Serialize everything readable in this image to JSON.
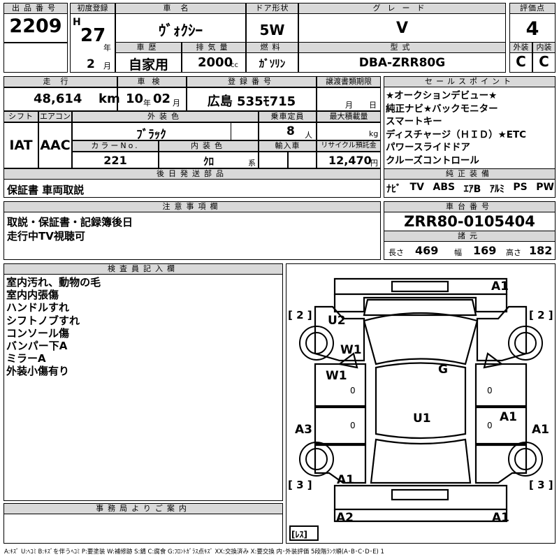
{
  "header": {
    "lot_label": "出品番号",
    "lot_number": "2209",
    "first_reg_label": "初度登録",
    "era": "H",
    "reg_year": "27",
    "year_unit": "年",
    "reg_month": "2",
    "month_unit": "月",
    "car_name_label": "車名",
    "car_name": "ｳﾞｫｸｼｰ",
    "history_label": "車歴",
    "history": "自家用",
    "displacement_label": "排気量",
    "displacement": "2000",
    "displacement_unit": "cc",
    "door_label": "ドア形状",
    "door": "5W",
    "fuel_label": "燃料",
    "fuel": "ｶﾞｿﾘﾝ",
    "grade_label": "グレード",
    "grade": "V",
    "model_label": "型式",
    "model": "DBA-ZRR80G",
    "score_label": "評価点",
    "score": "4",
    "exterior_label": "外装",
    "exterior": "C",
    "interior_label": "内装",
    "interior": "C"
  },
  "row2": {
    "mileage_label": "走行",
    "mileage": "48,614",
    "mileage_unit": "km",
    "inspection_label": "車検",
    "insp_year": "10",
    "insp_year_unit": "年",
    "insp_month": "02",
    "insp_month_unit": "月",
    "plate_label": "登録番号",
    "plate": "広島 535ﾓ715",
    "transfer_label": "譲渡書類期限",
    "transfer_month_unit": "月",
    "transfer_day_unit": "日",
    "shift_label": "シフト",
    "shift": "IAT",
    "ac_label": "エアコン",
    "ac": "AAC",
    "color_label": "外装色",
    "color": "ﾌﾞﾗｯｸ",
    "capacity_label": "乗車定員",
    "capacity": "8",
    "capacity_unit": "人",
    "load_label": "最大積載量",
    "load_unit": "kg",
    "color_no_label": "カラーNo.",
    "color_no": "221",
    "interior_color_label": "内装色",
    "interior_color": "ｸﾛ",
    "interior_color_unit": "系",
    "import_label": "輸入車",
    "recycle_label": "リサイクル預託金",
    "recycle": "12,470",
    "recycle_unit": "円",
    "later_parts_label": "後日発送部品",
    "later_parts": "保証書 車両取説"
  },
  "sales_points": {
    "label": "セールスポイント",
    "items": [
      "★オークションデビュー★",
      "純正ナビ★バックモニター",
      "スマートキー",
      "ディスチャージ（ＨＩＤ）★ETC",
      "パワースライドドア",
      "クルーズコントロール"
    ]
  },
  "equipment": {
    "label": "純正装備",
    "items": [
      "ﾅﾋﾞ",
      "TV",
      "ABS",
      "ｴｱB",
      "ｱﾙﾐ",
      "PS",
      "PW"
    ]
  },
  "notes": {
    "label": "注意事項欄",
    "items": [
      "取説・保証書・記録簿後日",
      "走行中TV視聴可"
    ]
  },
  "chassis": {
    "label": "車台番号",
    "number": "ZRR80-0105404",
    "spec_label": "諸元",
    "length_label": "長さ",
    "length": "469",
    "width_label": "幅",
    "width": "169",
    "height_label": "高さ",
    "height": "182"
  },
  "inspector": {
    "label": "検査員記入欄",
    "items": [
      "室内汚れ、動物の毛",
      "室内内張傷",
      "ハンドルすれ",
      "シフトノブすれ",
      "コンソール傷",
      "バンパー下A",
      "ミラーA",
      "外装小傷有り"
    ]
  },
  "office": {
    "label": "事務局よりご案内"
  },
  "diagram": {
    "marks": [
      "A1",
      "U2",
      "W1",
      "W1",
      "G",
      "U1",
      "A1",
      "A3",
      "A1",
      "A1",
      "A2",
      "A1"
    ],
    "tire_labels": [
      "[ 2 ]",
      "[ 2 ]",
      "[ 3 ]",
      "[ 3 ]",
      "[ﾚｽ]"
    ],
    "zeros": [
      "0",
      "0",
      "0",
      "0"
    ]
  },
  "legend": "A:ｷｽﾞ U:ﾍｺﾐ B:ｷｽﾞを伴うﾍｺﾐ P:要塗装 W:補修跡 S:錆 C:腐食 G:ﾌﾛﾝﾄｶﾞﾗｽ点ｷｽﾞ XX:交換済み X:要交換  内･外装評価 5段階ﾗﾝｸ順(A･B･C･D･E) 1"
}
